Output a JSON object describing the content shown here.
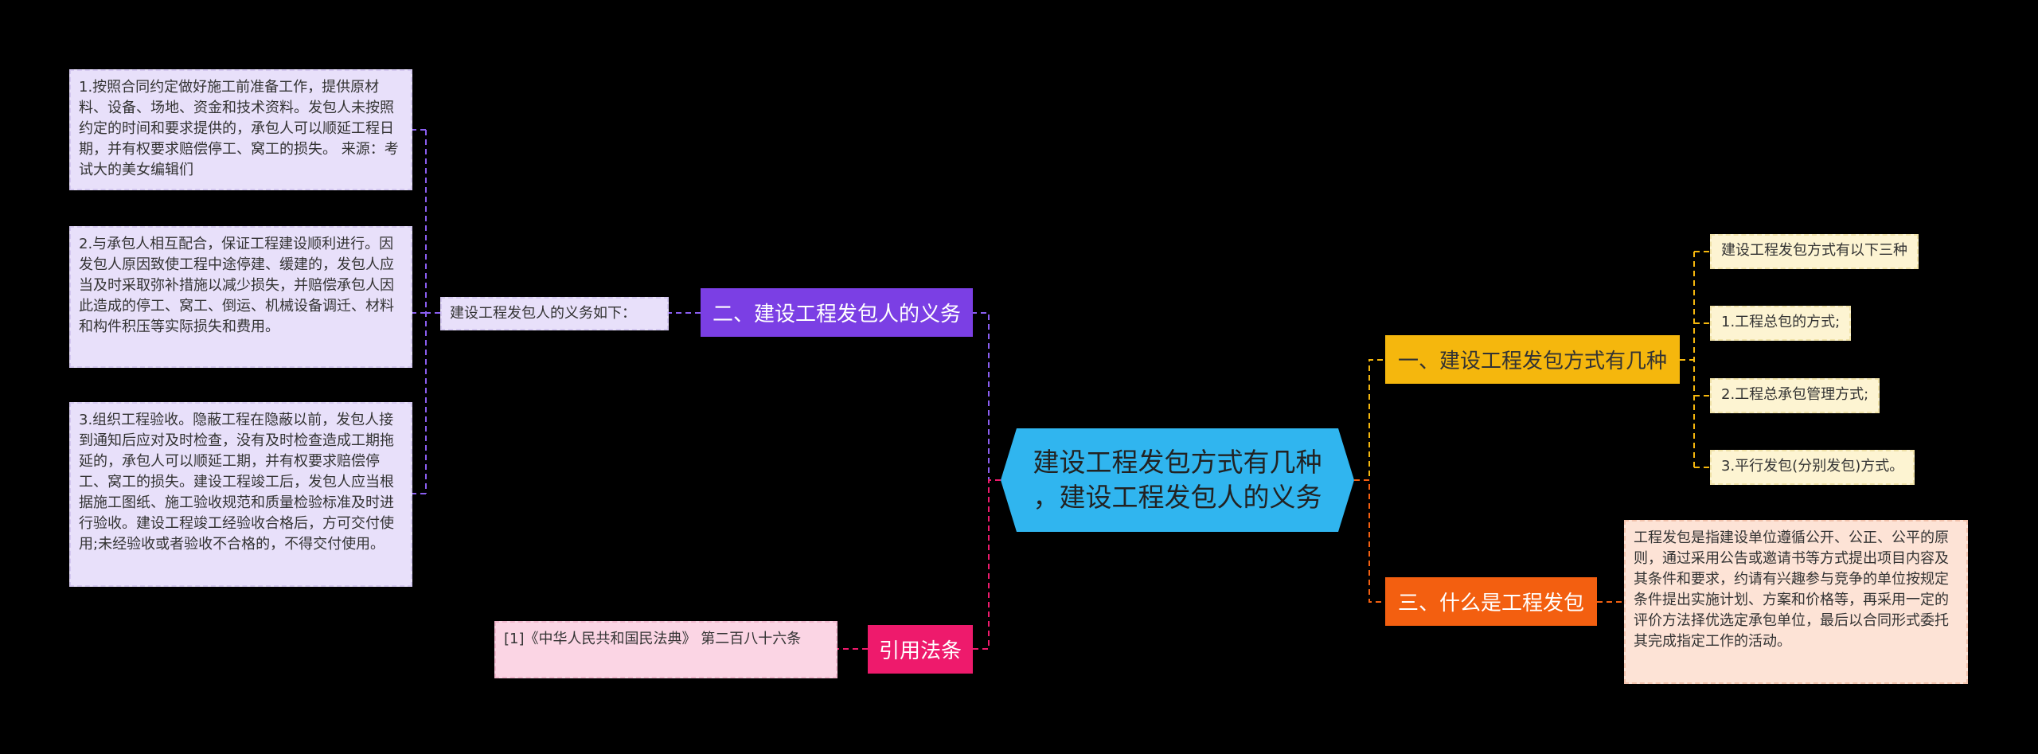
{
  "center": {
    "title_line1": "建设工程发包方式有几种",
    "title_line2": "，建设工程发包人的义务"
  },
  "branch_duty": {
    "label": "二、建设工程发包人的义务",
    "intro": "建设工程发包人的义务如下：",
    "items": [
      "1.按照合同约定做好施工前准备工作，提供原材料、设备、场地、资金和技术资料。发包人未按照约定的时间和要求提供的，承包人可以顺延工程日期，并有权要求赔偿停工、窝工的损失。 来源：考试大的美女编辑们",
      "2.与承包人相互配合，保证工程建设顺利进行。因发包人原因致使工程中途停建、缓建的，发包人应当及时采取弥补措施以减少损失，并赔偿承包人因此造成的停工、窝工、倒运、机械设备调迁、材料和构件积压等实际损失和费用。",
      "3.组织工程验收。隐蔽工程在隐蔽以前，发包人接到通知后应对及时检查，没有及时检查造成工期拖延的，承包人可以顺延工期，并有权要求赔偿停工、窝工的损失。建设工程竣工后，发包人应当根据施工图纸、施工验收规范和质量检验标准及时进行验收。建设工程竣工经验收合格后，方可交付使用;未经验收或者验收不合格的，不得交付使用。"
    ]
  },
  "branch_law": {
    "label": "引用法条",
    "item": "[1]《中华人民共和国民法典》 第二百八十六条"
  },
  "branch_types": {
    "label": "一、建设工程发包方式有几种",
    "items": [
      "建设工程发包方式有以下三种",
      "1.工程总包的方式;",
      "2.工程总承包管理方式;",
      "3.平行发包(分别发包)方式。"
    ]
  },
  "branch_what": {
    "label": "三、什么是工程发包",
    "item": "工程发包是指建设单位遵循公开、公正、公平的原则，通过采用公告或邀请书等方式提出项目内容及其条件和要求，约请有兴趣参与竞争的单位按规定条件提出实施计划、方案和价格等，再采用一定的评价方法择优选定承包单位，最后以合同形式委托其完成指定工作的活动。"
  },
  "colors": {
    "center_fill": "#30b5ef",
    "purple": "#7b3fe4",
    "yellow": "#f5b70d",
    "orange": "#f35f10",
    "pink": "#ee1a6c"
  }
}
